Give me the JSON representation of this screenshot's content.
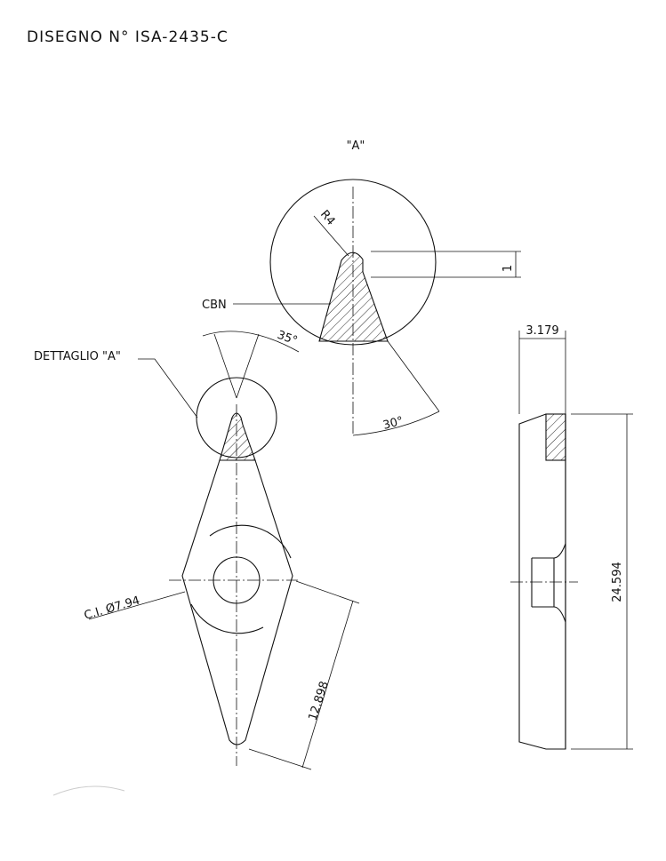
{
  "title": "DISEGNO N° ISA-2435-C",
  "detail": {
    "view_label": "\"A\"",
    "callout": "DETTAGLIO \"A\"",
    "radius": "R4",
    "tip_height": "1",
    "material": "CBN",
    "angle_upper": "35°",
    "angle_lower": "30°"
  },
  "insert": {
    "inscribed_circle": "C.I. Ø7.94",
    "edge_length": "12.898"
  },
  "side_view": {
    "thickness": "3.179",
    "length": "24.594"
  }
}
